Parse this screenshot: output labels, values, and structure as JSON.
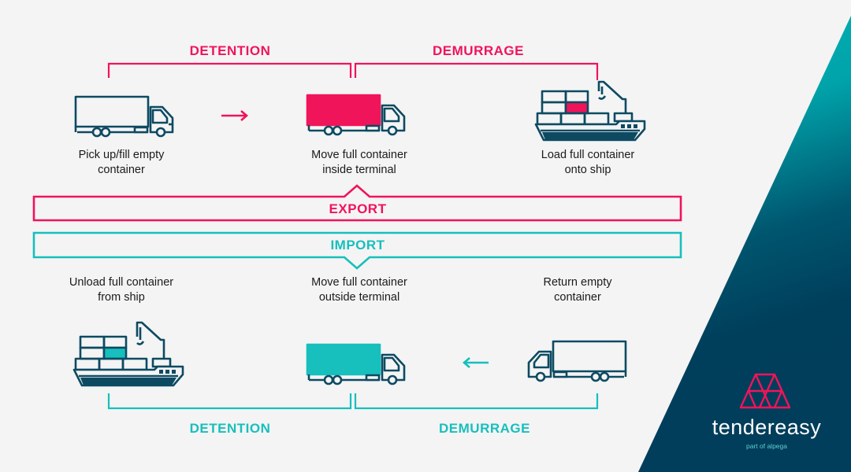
{
  "colors": {
    "export_accent": "#f0145a",
    "import_accent": "#17bfbd",
    "icon_stroke": "#0d4a62",
    "background": "#f4f4f4",
    "panel_top": "#00b3b5",
    "panel_bottom": "#003f5c"
  },
  "export": {
    "band_label": "EXPORT",
    "phases": [
      {
        "label": "DETENTION"
      },
      {
        "label": "DEMURRAGE"
      }
    ],
    "steps": [
      {
        "caption_line1": "Pick up/fill empty",
        "caption_line2": "container",
        "icon": "truck-empty-icon"
      },
      {
        "caption_line1": "Move full container",
        "caption_line2": "inside terminal",
        "icon": "truck-full-icon"
      },
      {
        "caption_line1": "Load full container",
        "caption_line2": "onto ship",
        "icon": "cargo-ship-icon"
      }
    ],
    "arrow": "arrow-right-icon"
  },
  "import": {
    "band_label": "IMPORT",
    "phases": [
      {
        "label": "DETENTION"
      },
      {
        "label": "DEMURRAGE"
      }
    ],
    "steps": [
      {
        "caption_line1": "Unload full container",
        "caption_line2": "from ship",
        "icon": "cargo-ship-icon"
      },
      {
        "caption_line1": "Move full container",
        "caption_line2": "outside terminal",
        "icon": "truck-full-icon"
      },
      {
        "caption_line1": "Return empty",
        "caption_line2": "container",
        "icon": "truck-empty-icon"
      }
    ],
    "arrow": "arrow-left-icon"
  },
  "brand": {
    "name": "tendereasy",
    "tagline": "part of alpega",
    "logo_icon": "triangle-a-logo-icon"
  }
}
